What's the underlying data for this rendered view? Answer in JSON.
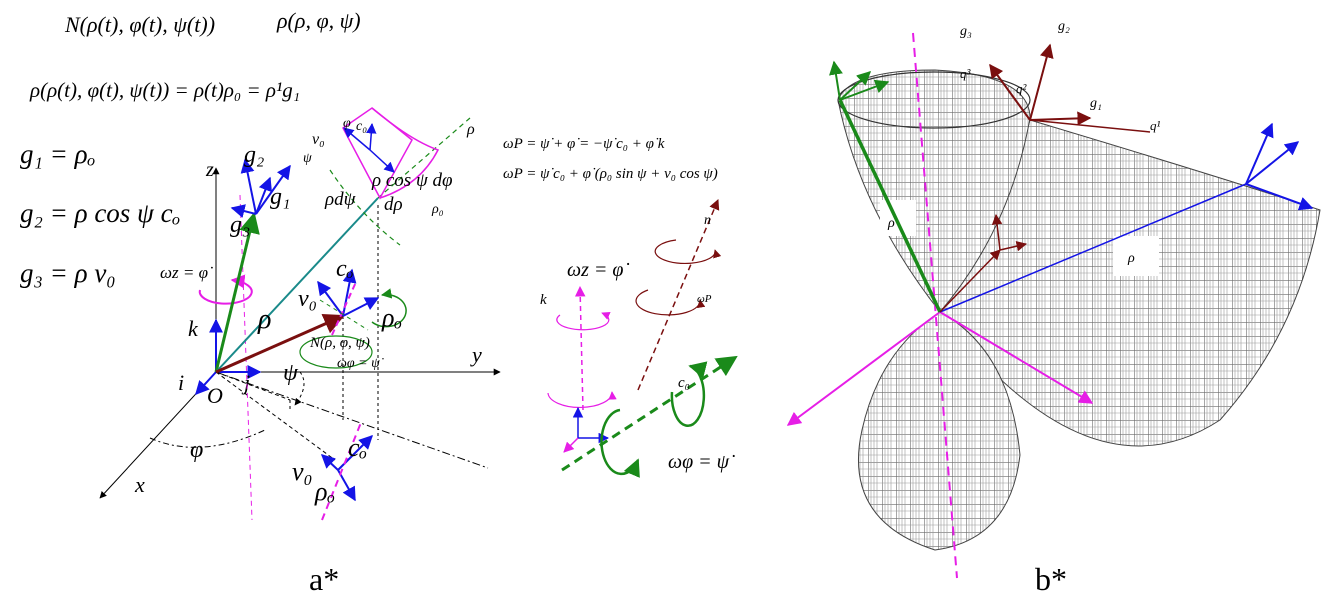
{
  "panel_a": {
    "caption": "a*",
    "eq_point": "N(ρ(t), φ(t), ψ(t))",
    "eq_vec": "ρ(ρ, φ, ψ)",
    "eq_pos": "ρ(ρ(t), φ(t), ψ(t)) = ρ(t)ρ₀ = ρ¹g₁",
    "g1_def": "g₁ = ρₒ",
    "g2_def": "g₂ = ρ cos ψ cₒ",
    "g3_def": "g₃ = ρ v₀",
    "omega_p_1": "ωP = ψ̇ + φ̇ = −ψ̇ c₀ + φ̇ k",
    "omega_p_2": "ωP = ψ̇ c₀ + φ̇ (ρ₀ sin ψ + v₀ cos ψ)",
    "omega_z_left": "ωz = φ̇",
    "omega_z_right": "ωz = φ̇",
    "omega_phi_small": "ωφ = ψ̇",
    "omega_phi_big": "ωφ = ψ̇",
    "omega_p_label": "ωP",
    "point_n": "N(ρ, φ, ψ)",
    "axis_z": "z",
    "axis_y": "y",
    "axis_x": "x",
    "origin": "O",
    "unit_i": "i",
    "unit_j": "j",
    "unit_k": "k",
    "unit_k_right": "k",
    "ang_phi": "φ",
    "ang_psi": "ψ",
    "rho_vec": "ρ",
    "rho_end": "ρ",
    "g1": "g₁",
    "g2": "g₂",
    "g3": "g₃",
    "v0_mid": "v₀",
    "c0_mid": "cₒ",
    "rho0_mid": "ρₒ",
    "v0_low": "v₀",
    "c0_low": "cₒ",
    "rho0_low": "ρₒ",
    "v0_top": "v₀",
    "c0_top": "c₀",
    "c0_right": "c₀",
    "rho0_top": "ρ₀",
    "psi_top": "ψ",
    "phi_top": "φ",
    "rho_d_psi": "ρdψ",
    "rho_cos": "ρ cos ψ dφ",
    "d_rho": "dρ",
    "n_vec": "n"
  },
  "panel_b": {
    "caption": "b*",
    "g3": "g₃",
    "g2": "g₂",
    "g1": "g₁",
    "q3": "q³",
    "q2": "q²",
    "q1": "q¹",
    "rho_left": "ρ",
    "rho_right": "ρ"
  },
  "colors": {
    "green": "#1a8a1a",
    "blue": "#1414e6",
    "magenta": "#e61ee6",
    "darkred": "#7a0f0f",
    "teal": "#1a8a8a",
    "mesh": "#555555"
  }
}
